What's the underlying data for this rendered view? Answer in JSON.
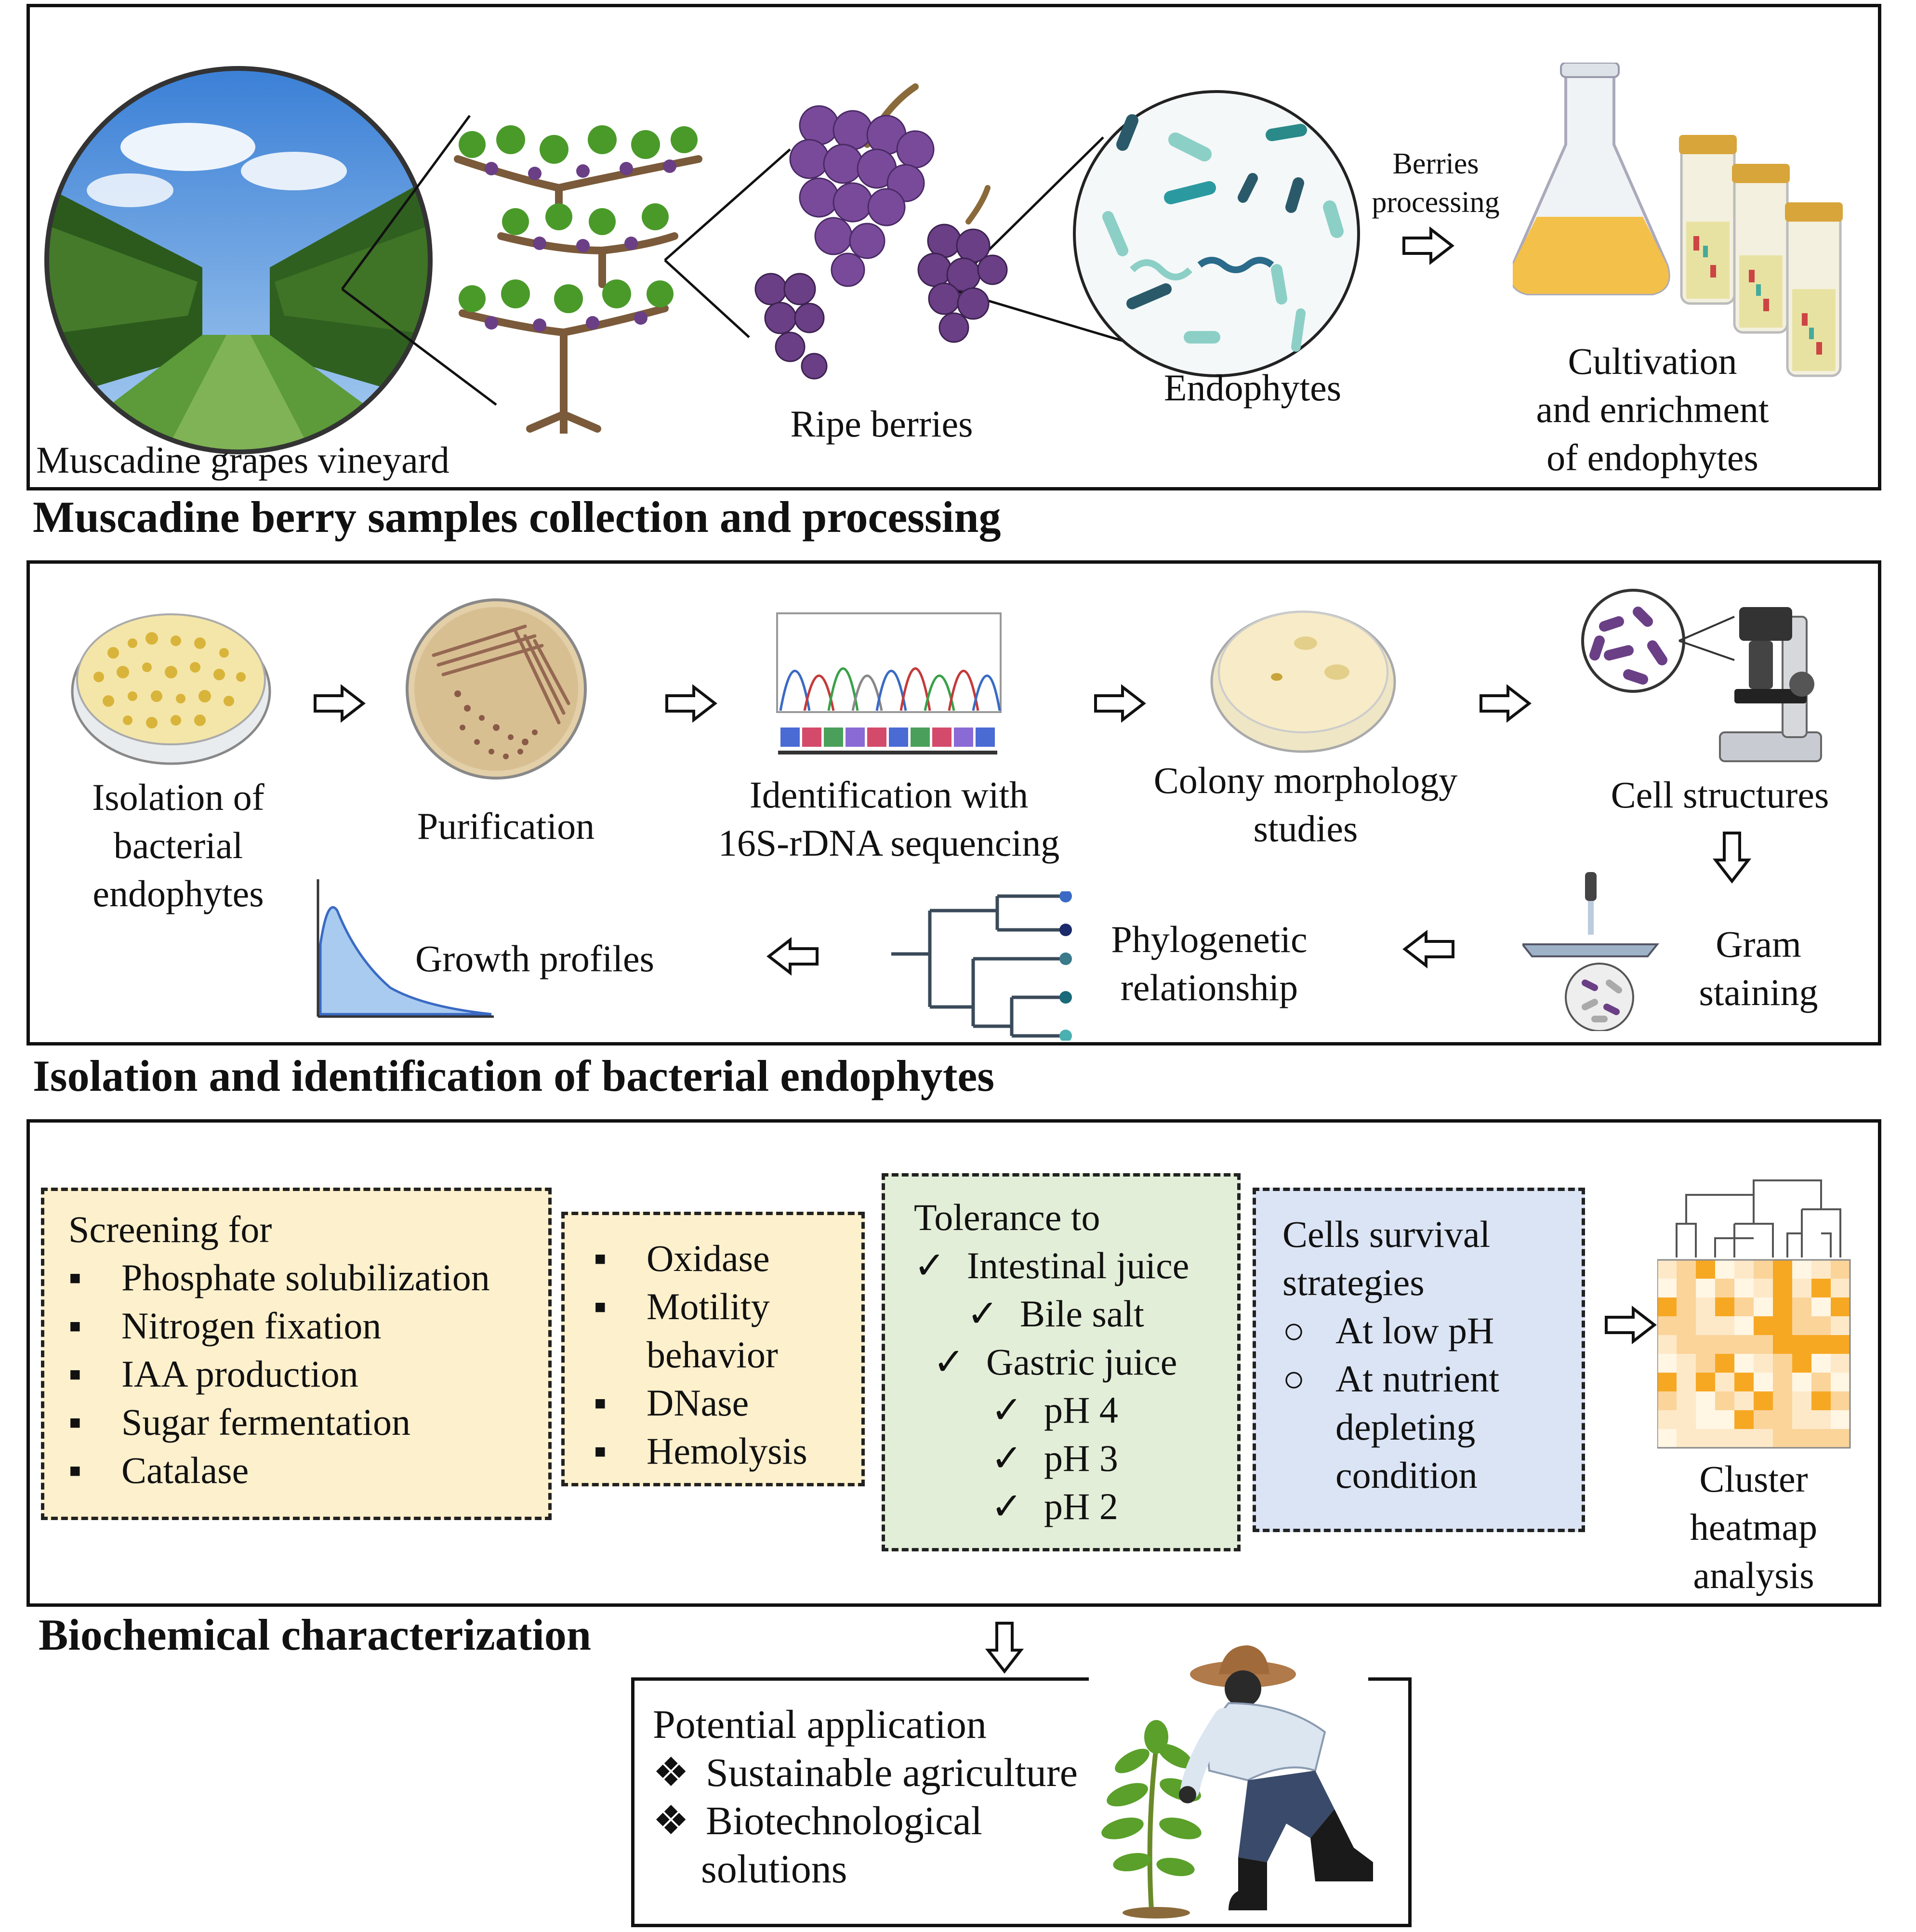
{
  "panel1": {
    "title": "Muscadine berry samples collection and processing",
    "vineyard_label": "Muscadine grapes vineyard",
    "berries_label": "Ripe berries",
    "endophytes_label": "Endophytes",
    "processing_label": [
      "Berries",
      "processing"
    ],
    "cultivation_label": [
      "Cultivation",
      "and enrichment",
      "of endophytes"
    ]
  },
  "panel2": {
    "title": "Isolation and identification of bacterial endophytes",
    "isolation_label": [
      "Isolation of",
      "bacterial",
      "endophytes"
    ],
    "purification_label": "Purification",
    "identification_label": [
      "Identification with",
      "16S-rDNA sequencing"
    ],
    "colony_label": [
      "Colony morphology",
      "studies"
    ],
    "cell_label": "Cell structures",
    "gram_label": [
      "Gram",
      "staining"
    ],
    "phylo_label": [
      "Phylogenetic",
      "relationship"
    ],
    "growth_label": "Growth profiles"
  },
  "panel3": {
    "title": "Biochemical characterization",
    "screening": {
      "heading": "Screening for",
      "items": [
        "Phosphate solubilization",
        "Nitrogen fixation",
        "IAA production",
        "Sugar fermentation",
        "Catalase"
      ]
    },
    "tests": {
      "items": [
        "Oxidase",
        "Motility",
        "behavior",
        "DNase",
        "Hemolysis"
      ]
    },
    "tolerance": {
      "heading": "Tolerance to",
      "items": [
        "Intestinal juice",
        "Bile salt",
        "Gastric juice",
        "pH 4",
        "pH 3",
        "pH 2"
      ]
    },
    "survival": {
      "heading": [
        "Cells survival",
        "strategies"
      ],
      "items": [
        "At low pH",
        "At nutrient",
        "depleting",
        "condition"
      ]
    },
    "heatmap_label": [
      "Cluster",
      "heatmap",
      "analysis"
    ]
  },
  "application": {
    "heading": "Potential application",
    "items": [
      "Sustainable agriculture",
      "Biotechnological",
      "solutions"
    ]
  },
  "colors": {
    "box_yellow": "#fdf0cc",
    "box_green": "#e3eed8",
    "box_blue": "#dbe4f4",
    "heat_orange": "#f7a823",
    "grape": "#6a3f86"
  }
}
